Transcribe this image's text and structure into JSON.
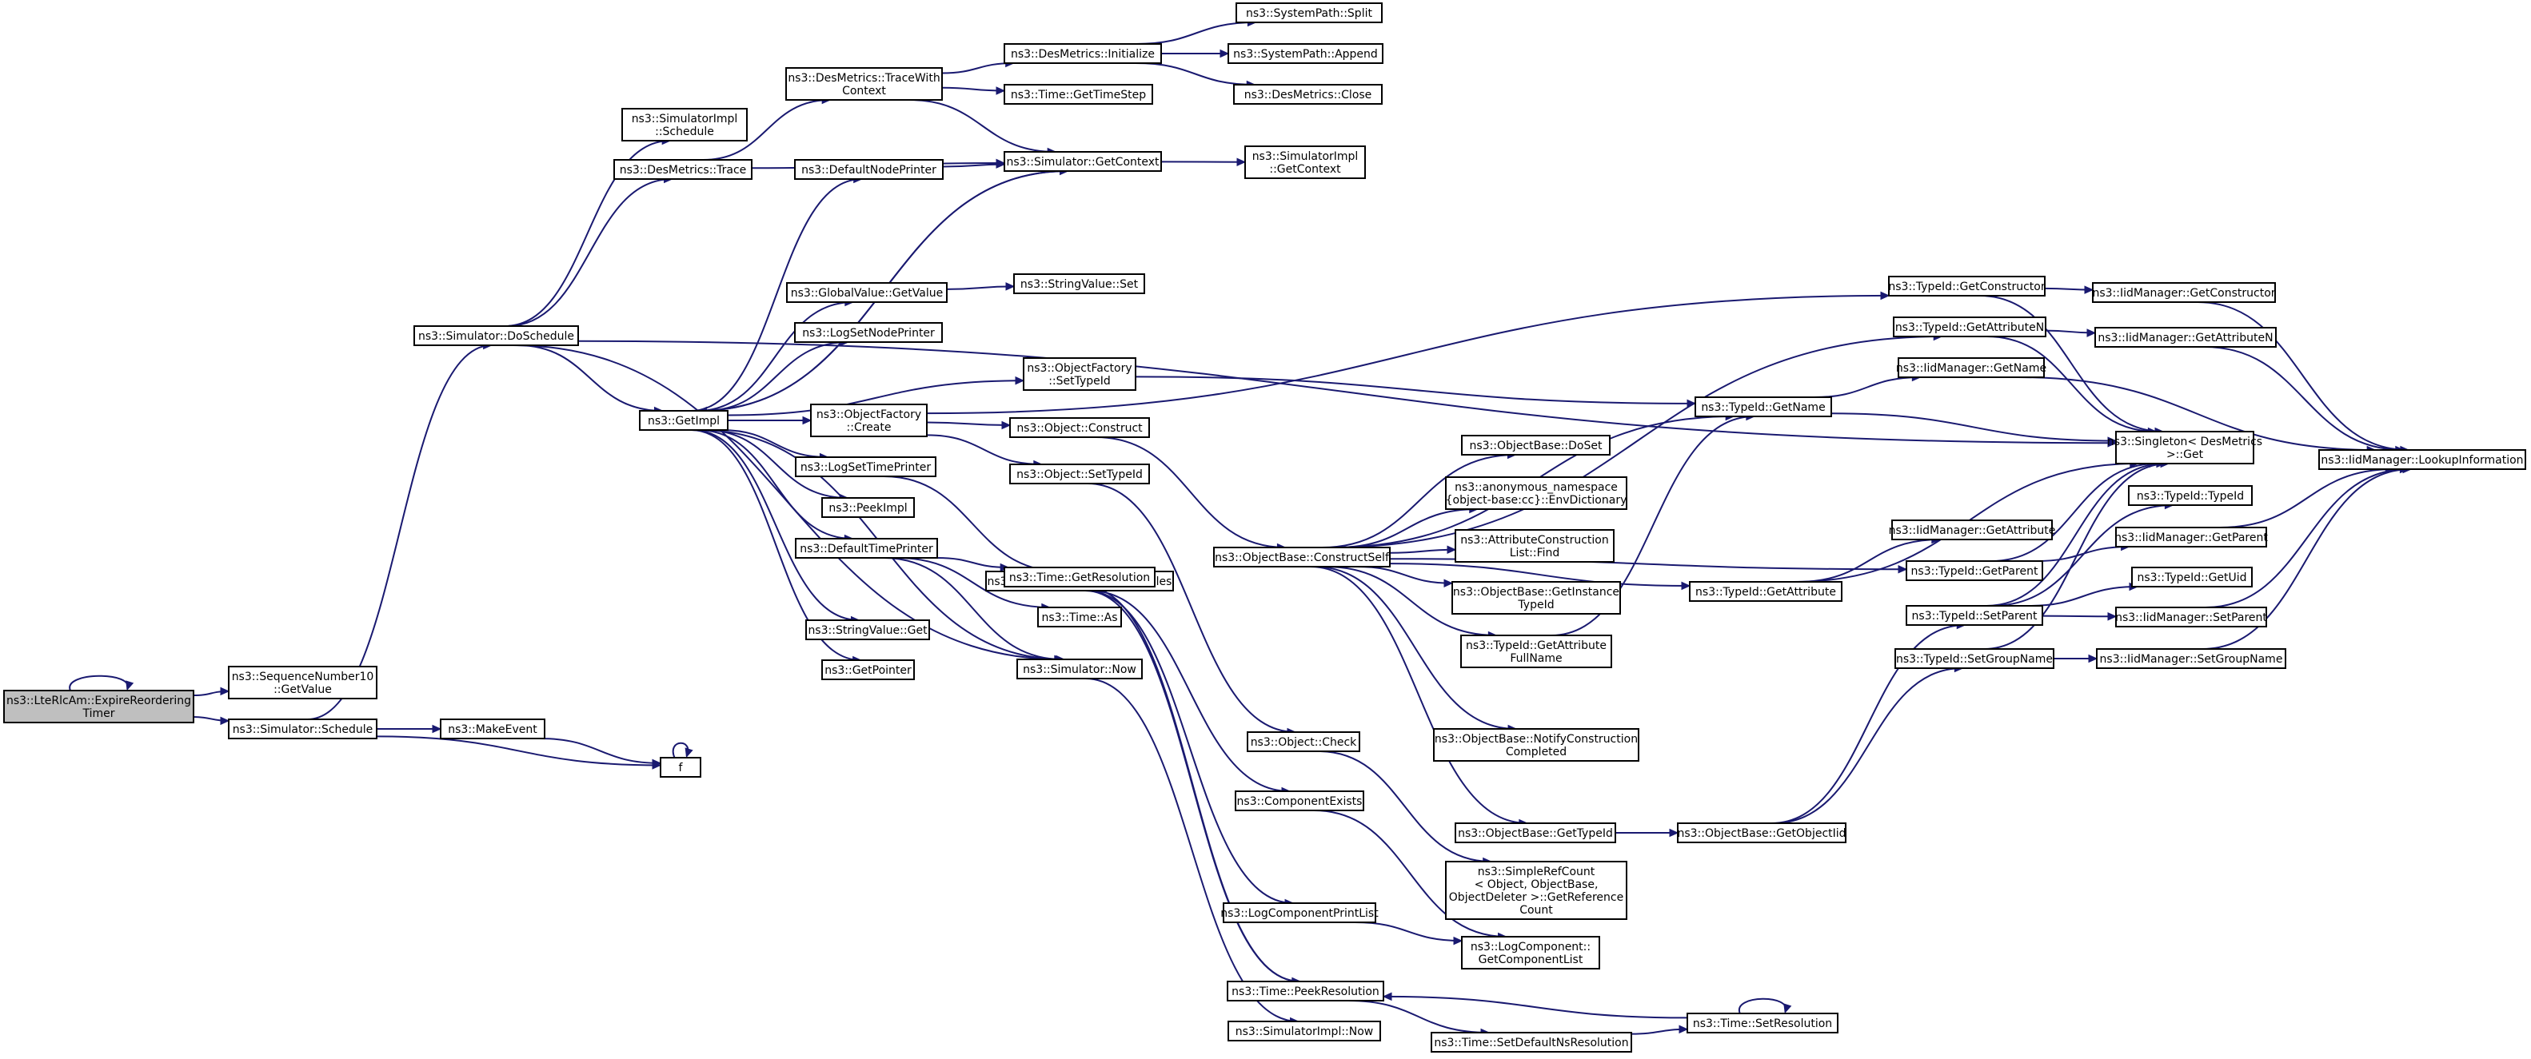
{
  "graph": {
    "colors": {
      "edge": "#191970",
      "node_fill": "#ffffff",
      "root_fill": "#bfbfbf",
      "border": "#000000"
    },
    "nodes": [
      {
        "id": "root",
        "lines": [
          "ns3::LteRlcAm::ExpireReordering",
          "Timer"
        ],
        "root": true
      },
      {
        "id": "seqget",
        "lines": [
          "ns3::SequenceNumber10",
          "::GetValue"
        ]
      },
      {
        "id": "schedule",
        "lines": [
          "ns3::Simulator::Schedule"
        ]
      },
      {
        "id": "makeevent",
        "lines": [
          "ns3::MakeEvent"
        ]
      },
      {
        "id": "f",
        "lines": [
          "f"
        ]
      },
      {
        "id": "doschedule",
        "lines": [
          "ns3::Simulator::DoSchedule"
        ]
      },
      {
        "id": "simimplsched",
        "lines": [
          "ns3::SimulatorImpl",
          "::Schedule"
        ]
      },
      {
        "id": "destrace",
        "lines": [
          "ns3::DesMetrics::Trace"
        ]
      },
      {
        "id": "getimpl",
        "lines": [
          "ns3::GetImpl"
        ]
      },
      {
        "id": "tracewith",
        "lines": [
          "ns3::DesMetrics::TraceWith",
          "Context"
        ]
      },
      {
        "id": "desinit",
        "lines": [
          "ns3::DesMetrics::Initialize"
        ]
      },
      {
        "id": "split",
        "lines": [
          "ns3::SystemPath::Split"
        ]
      },
      {
        "id": "append",
        "lines": [
          "ns3::SystemPath::Append"
        ]
      },
      {
        "id": "desclose",
        "lines": [
          "ns3::DesMetrics::Close"
        ]
      },
      {
        "id": "gettimestep",
        "lines": [
          "ns3::Time::GetTimeStep"
        ]
      },
      {
        "id": "simgetctx",
        "lines": [
          "ns3::Simulator::GetContext"
        ]
      },
      {
        "id": "implgetctx",
        "lines": [
          "ns3::SimulatorImpl",
          "::GetContext"
        ]
      },
      {
        "id": "defnode",
        "lines": [
          "ns3::DefaultNodePrinter"
        ]
      },
      {
        "id": "gvget",
        "lines": [
          "ns3::GlobalValue::GetValue"
        ]
      },
      {
        "id": "strset",
        "lines": [
          "ns3::StringValue::Set"
        ]
      },
      {
        "id": "logsetnode",
        "lines": [
          "ns3::LogSetNodePrinter"
        ]
      },
      {
        "id": "ofsettype",
        "lines": [
          "ns3::ObjectFactory",
          "::SetTypeId"
        ]
      },
      {
        "id": "ofcreate",
        "lines": [
          "ns3::ObjectFactory",
          "::Create"
        ]
      },
      {
        "id": "objconstruct",
        "lines": [
          "ns3::Object::Construct"
        ]
      },
      {
        "id": "objsettype",
        "lines": [
          "ns3::Object::SetTypeId"
        ]
      },
      {
        "id": "logsettime",
        "lines": [
          "ns3::LogSetTimePrinter"
        ]
      },
      {
        "id": "peekimpl",
        "lines": [
          "ns3::PeekImpl"
        ]
      },
      {
        "id": "checkenv",
        "lines": [
          "ns3::CheckEnvironmentVariables"
        ]
      },
      {
        "id": "deftime",
        "lines": [
          "ns3::DefaultTimePrinter"
        ]
      },
      {
        "id": "getres",
        "lines": [
          "ns3::Time::GetResolution"
        ]
      },
      {
        "id": "timeas",
        "lines": [
          "ns3::Time::As"
        ]
      },
      {
        "id": "simnow",
        "lines": [
          "ns3::Simulator::Now"
        ]
      },
      {
        "id": "strget",
        "lines": [
          "ns3::StringValue::Get"
        ]
      },
      {
        "id": "getptr",
        "lines": [
          "ns3::GetPointer"
        ]
      },
      {
        "id": "objcheck",
        "lines": [
          "ns3::Object::Check"
        ]
      },
      {
        "id": "compexists",
        "lines": [
          "ns3::ComponentExists"
        ]
      },
      {
        "id": "logcomplist",
        "lines": [
          "ns3::LogComponentPrintList"
        ]
      },
      {
        "id": "getcomplist",
        "lines": [
          "ns3::LogComponent::",
          "GetComponentList"
        ]
      },
      {
        "id": "peekres",
        "lines": [
          "ns3::Time::PeekResolution"
        ]
      },
      {
        "id": "setdefres",
        "lines": [
          "ns3::Time::SetDefaultNsResolution"
        ]
      },
      {
        "id": "setres",
        "lines": [
          "ns3::Time::SetResolution"
        ]
      },
      {
        "id": "implnow",
        "lines": [
          "ns3::SimulatorImpl::Now"
        ]
      },
      {
        "id": "obconstructself",
        "lines": [
          "ns3::ObjectBase::ConstructSelf"
        ]
      },
      {
        "id": "obdoset",
        "lines": [
          "ns3::ObjectBase::DoSet"
        ]
      },
      {
        "id": "envdict",
        "lines": [
          "ns3::anonymous_namespace",
          "{object-base:cc}::EnvDictionary"
        ]
      },
      {
        "id": "acfind",
        "lines": [
          "ns3::AttributeConstruction",
          "List::Find"
        ]
      },
      {
        "id": "obgetinst",
        "lines": [
          "ns3::ObjectBase::GetInstance",
          "TypeId"
        ]
      },
      {
        "id": "tidgetattrfull",
        "lines": [
          "ns3::TypeId::GetAttribute",
          "FullName"
        ]
      },
      {
        "id": "obnotify",
        "lines": [
          "ns3::ObjectBase::NotifyConstruction",
          "Completed"
        ]
      },
      {
        "id": "obgettid",
        "lines": [
          "ns3::ObjectBase::GetTypeId"
        ]
      },
      {
        "id": "srcget",
        "lines": [
          "ns3::SimpleRefCount",
          "< Object, ObjectBase,",
          "ObjectDeleter >::GetReference",
          "Count"
        ]
      },
      {
        "id": "obgetoid",
        "lines": [
          "ns3::ObjectBase::GetObjectIid"
        ]
      },
      {
        "id": "tidgetctor",
        "lines": [
          "ns3::TypeId::GetConstructor"
        ]
      },
      {
        "id": "tidgetattrn",
        "lines": [
          "ns3::TypeId::GetAttributeN"
        ]
      },
      {
        "id": "tidgetname",
        "lines": [
          "ns3::TypeId::GetName"
        ]
      },
      {
        "id": "tidgetattr",
        "lines": [
          "ns3::TypeId::GetAttribute"
        ]
      },
      {
        "id": "tidgetparent",
        "lines": [
          "ns3::TypeId::GetParent"
        ]
      },
      {
        "id": "tidsetparent",
        "lines": [
          "ns3::TypeId::SetParent"
        ]
      },
      {
        "id": "tidsetgroup",
        "lines": [
          "ns3::TypeId::SetGroupName"
        ]
      },
      {
        "id": "imgetname",
        "lines": [
          "ns3::IidManager::GetName"
        ]
      },
      {
        "id": "imgetattr",
        "lines": [
          "ns3::IidManager::GetAttribute"
        ]
      },
      {
        "id": "singleton",
        "lines": [
          "ns3::Singleton< DesMetrics",
          ">::Get"
        ]
      },
      {
        "id": "imgetctor",
        "lines": [
          "ns3::IidManager::GetConstructor"
        ]
      },
      {
        "id": "imgetattrn",
        "lines": [
          "ns3::IidManager::GetAttributeN"
        ]
      },
      {
        "id": "tidtid",
        "lines": [
          "ns3::TypeId::TypeId"
        ]
      },
      {
        "id": "imgetparent",
        "lines": [
          "ns3::IidManager::GetParent"
        ]
      },
      {
        "id": "tidgetuid",
        "lines": [
          "ns3::TypeId::GetUid"
        ]
      },
      {
        "id": "imsetparent",
        "lines": [
          "ns3::IidManager::SetParent"
        ]
      },
      {
        "id": "imsetgroup",
        "lines": [
          "ns3::IidManager::SetGroupName"
        ]
      },
      {
        "id": "lookup",
        "lines": [
          "ns3::IidManager::LookupInformation"
        ]
      }
    ],
    "edges": [
      [
        "root",
        "root"
      ],
      [
        "root",
        "seqget"
      ],
      [
        "root",
        "schedule"
      ],
      [
        "schedule",
        "makeevent"
      ],
      [
        "schedule",
        "f"
      ],
      [
        "schedule",
        "doschedule"
      ],
      [
        "makeevent",
        "f"
      ],
      [
        "f",
        "f"
      ],
      [
        "doschedule",
        "simimplsched"
      ],
      [
        "doschedule",
        "destrace"
      ],
      [
        "doschedule",
        "getimpl"
      ],
      [
        "doschedule",
        "simnow"
      ],
      [
        "doschedule",
        "singleton"
      ],
      [
        "destrace",
        "tracewith"
      ],
      [
        "destrace",
        "simgetctx"
      ],
      [
        "tracewith",
        "desinit"
      ],
      [
        "tracewith",
        "gettimestep"
      ],
      [
        "tracewith",
        "simgetctx"
      ],
      [
        "desinit",
        "split"
      ],
      [
        "desinit",
        "append"
      ],
      [
        "desinit",
        "desclose"
      ],
      [
        "simgetctx",
        "implgetctx"
      ],
      [
        "simgetctx",
        "getimpl"
      ],
      [
        "getimpl",
        "defnode"
      ],
      [
        "getimpl",
        "gvget"
      ],
      [
        "getimpl",
        "logsetnode"
      ],
      [
        "getimpl",
        "ofsettype"
      ],
      [
        "getimpl",
        "ofcreate"
      ],
      [
        "getimpl",
        "logsettime"
      ],
      [
        "getimpl",
        "peekimpl"
      ],
      [
        "getimpl",
        "deftime"
      ],
      [
        "getimpl",
        "strget"
      ],
      [
        "getimpl",
        "getptr"
      ],
      [
        "getimpl",
        "simnow"
      ],
      [
        "getimpl",
        "simgetctx"
      ],
      [
        "defnode",
        "simgetctx"
      ],
      [
        "gvget",
        "strset"
      ],
      [
        "ofsettype",
        "tidgetname"
      ],
      [
        "ofcreate",
        "objconstruct"
      ],
      [
        "ofcreate",
        "objsettype"
      ],
      [
        "ofcreate",
        "tidgetctor"
      ],
      [
        "objconstruct",
        "obconstructself"
      ],
      [
        "objsettype",
        "objcheck"
      ],
      [
        "logsettime",
        "checkenv"
      ],
      [
        "checkenv",
        "compexists"
      ],
      [
        "checkenv",
        "logcomplist"
      ],
      [
        "checkenv",
        "peekres"
      ],
      [
        "deftime",
        "getres"
      ],
      [
        "deftime",
        "timeas"
      ],
      [
        "deftime",
        "simnow"
      ],
      [
        "getres",
        "peekres"
      ],
      [
        "simnow",
        "implnow"
      ],
      [
        "objcheck",
        "srcget"
      ],
      [
        "compexists",
        "getcomplist"
      ],
      [
        "logcomplist",
        "getcomplist"
      ],
      [
        "peekres",
        "setdefres"
      ],
      [
        "setdefres",
        "setres"
      ],
      [
        "setres",
        "setres"
      ],
      [
        "setres",
        "peekres"
      ],
      [
        "obconstructself",
        "obdoset"
      ],
      [
        "obconstructself",
        "envdict"
      ],
      [
        "obconstructself",
        "acfind"
      ],
      [
        "obconstructself",
        "obgetinst"
      ],
      [
        "obconstructself",
        "tidgetattrfull"
      ],
      [
        "obconstructself",
        "obnotify"
      ],
      [
        "obconstructself",
        "obgettid"
      ],
      [
        "obconstructself",
        "tidgetattr"
      ],
      [
        "obconstructself",
        "tidgetattrn"
      ],
      [
        "obconstructself",
        "tidgetname"
      ],
      [
        "obconstructself",
        "tidgetparent"
      ],
      [
        "tidgetattrfull",
        "tidgetname"
      ],
      [
        "obgettid",
        "obgetoid"
      ],
      [
        "obgetoid",
        "tidsetparent"
      ],
      [
        "obgetoid",
        "tidsetgroup"
      ],
      [
        "tidgetctor",
        "imgetctor"
      ],
      [
        "tidgetctor",
        "singleton"
      ],
      [
        "tidgetattrn",
        "imgetattrn"
      ],
      [
        "tidgetattrn",
        "singleton"
      ],
      [
        "tidgetname",
        "imgetname"
      ],
      [
        "tidgetname",
        "singleton"
      ],
      [
        "tidgetattr",
        "imgetattr"
      ],
      [
        "tidgetattr",
        "singleton"
      ],
      [
        "tidgetparent",
        "imgetparent"
      ],
      [
        "tidgetparent",
        "singleton"
      ],
      [
        "tidsetparent",
        "tidtid"
      ],
      [
        "tidsetparent",
        "tidgetuid"
      ],
      [
        "tidsetparent",
        "imsetparent"
      ],
      [
        "tidsetparent",
        "singleton"
      ],
      [
        "tidsetgroup",
        "imsetgroup"
      ],
      [
        "tidsetgroup",
        "singleton"
      ],
      [
        "imgetname",
        "lookup"
      ],
      [
        "imgetctor",
        "lookup"
      ],
      [
        "imgetattrn",
        "lookup"
      ],
      [
        "imgetparent",
        "lookup"
      ],
      [
        "imsetparent",
        "lookup"
      ],
      [
        "imsetgroup",
        "lookup"
      ]
    ]
  }
}
